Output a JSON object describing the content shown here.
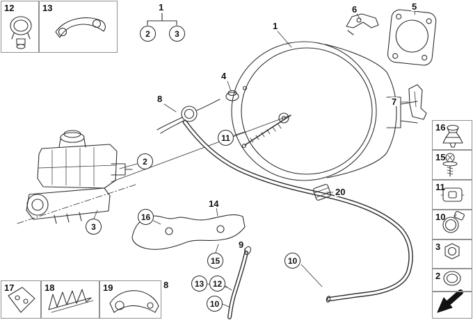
{
  "colors": {
    "background": "#ffffff",
    "line": "#2d2d2d",
    "box_border": "#8f8f8f"
  },
  "labels": {
    "legend_parent": "1",
    "booster": "1",
    "grommet": "4",
    "gasket": "5",
    "bracket_top": "6",
    "bracket_rear": "7",
    "hose_fitting": "8",
    "lower_hose": "9",
    "heat_shield": "14",
    "hose_clamp": "20",
    "fitting_ref": "8"
  },
  "circles": {
    "legend_reservoir": "2",
    "legend_master_cyl": "3",
    "mounting_bolt": "11",
    "reservoir": "2",
    "master_cylinder": "3",
    "shield_rivet": "16",
    "shield_screw": "15",
    "hose_clip": "13",
    "hose_grommet": "12",
    "clamp_lower": "10",
    "clamp_mid": "10"
  },
  "boxes": {
    "clamp_box": "12",
    "strap_box": "13",
    "plate_box": "17",
    "fin_box": "18",
    "arm_box": "19"
  },
  "panel": [
    {
      "label": "16",
      "icon": "expanding-rivet-icon"
    },
    {
      "label": "15",
      "icon": "screw-icon"
    },
    {
      "label": "11",
      "icon": "clip-nut-icon"
    },
    {
      "label": "10",
      "icon": "hose-clamp-icon"
    },
    {
      "label": "3",
      "icon": "hex-nut-icon"
    },
    {
      "label": "2",
      "icon": "o-ring-icon"
    }
  ],
  "nav": {
    "name": "back-arrow"
  }
}
